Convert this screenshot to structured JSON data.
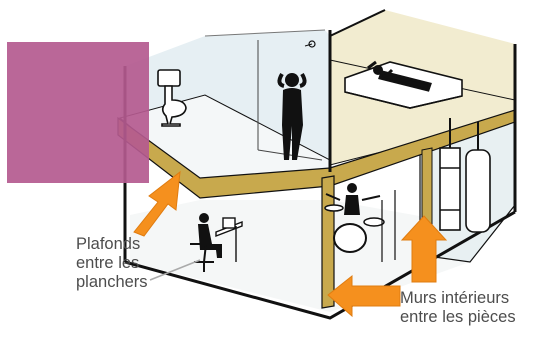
{
  "labels": {
    "ceilings": [
      "Plafonds",
      "entre les",
      "planchers"
    ],
    "walls": [
      "Murs intérieurs",
      "entre les pièces"
    ]
  },
  "colors": {
    "insulation": "#c8a94d",
    "arrow": "#f5901e",
    "accent_box": "#b45a8f",
    "outline": "#111111",
    "floor_upper": "#f2ecd0",
    "wall_tint": "#e4eef2"
  },
  "icons": [
    "toilet-icon",
    "showering-person-icon",
    "sleeping-person-icon",
    "drummer-icon",
    "person-at-desk-icon",
    "water-heater-icon"
  ]
}
